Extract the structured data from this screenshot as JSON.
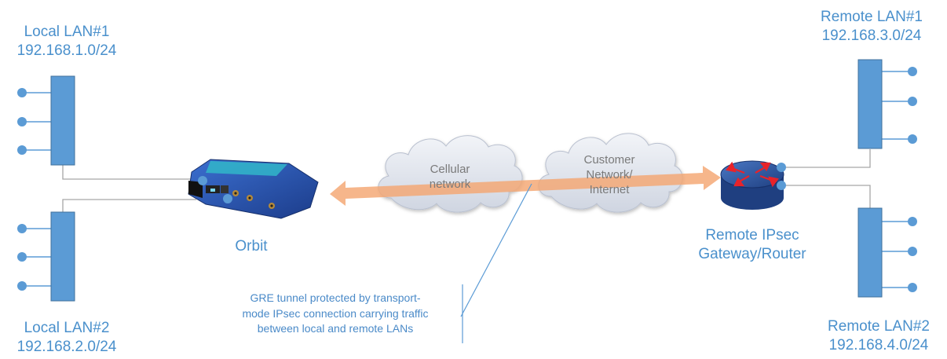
{
  "local_lan1": {
    "name": "Local LAN#1",
    "subnet": "192.168.1.0/24"
  },
  "local_lan2": {
    "name": "Local LAN#2",
    "subnet": "192.168.2.0/24"
  },
  "remote_lan1": {
    "name": "Remote LAN#1",
    "subnet": "192.168.3.0/24"
  },
  "remote_lan2": {
    "name": "Remote LAN#2",
    "subnet": "192.168.4.0/24"
  },
  "orbit_label": "Orbit",
  "cellular_cloud": {
    "line1": "Cellular",
    "line2": "network"
  },
  "customer_cloud": {
    "line1": "Customer",
    "line2": "Network/",
    "line3": "Internet"
  },
  "gateway": {
    "line1": "Remote IPsec",
    "line2": "Gateway/Router"
  },
  "tunnel_note": {
    "line1": "GRE tunnel protected by transport-",
    "line2": "mode IPsec connection carrying traffic",
    "line3": "between local and remote LANs"
  },
  "colors": {
    "switch_fill": "#5b9bd5",
    "node": "#5b9bd5",
    "tunnel": "#f5b082",
    "cloud_fill": "#dfe3ec",
    "router_blue": "#2f5597",
    "router_arrow": "#e8232a"
  }
}
